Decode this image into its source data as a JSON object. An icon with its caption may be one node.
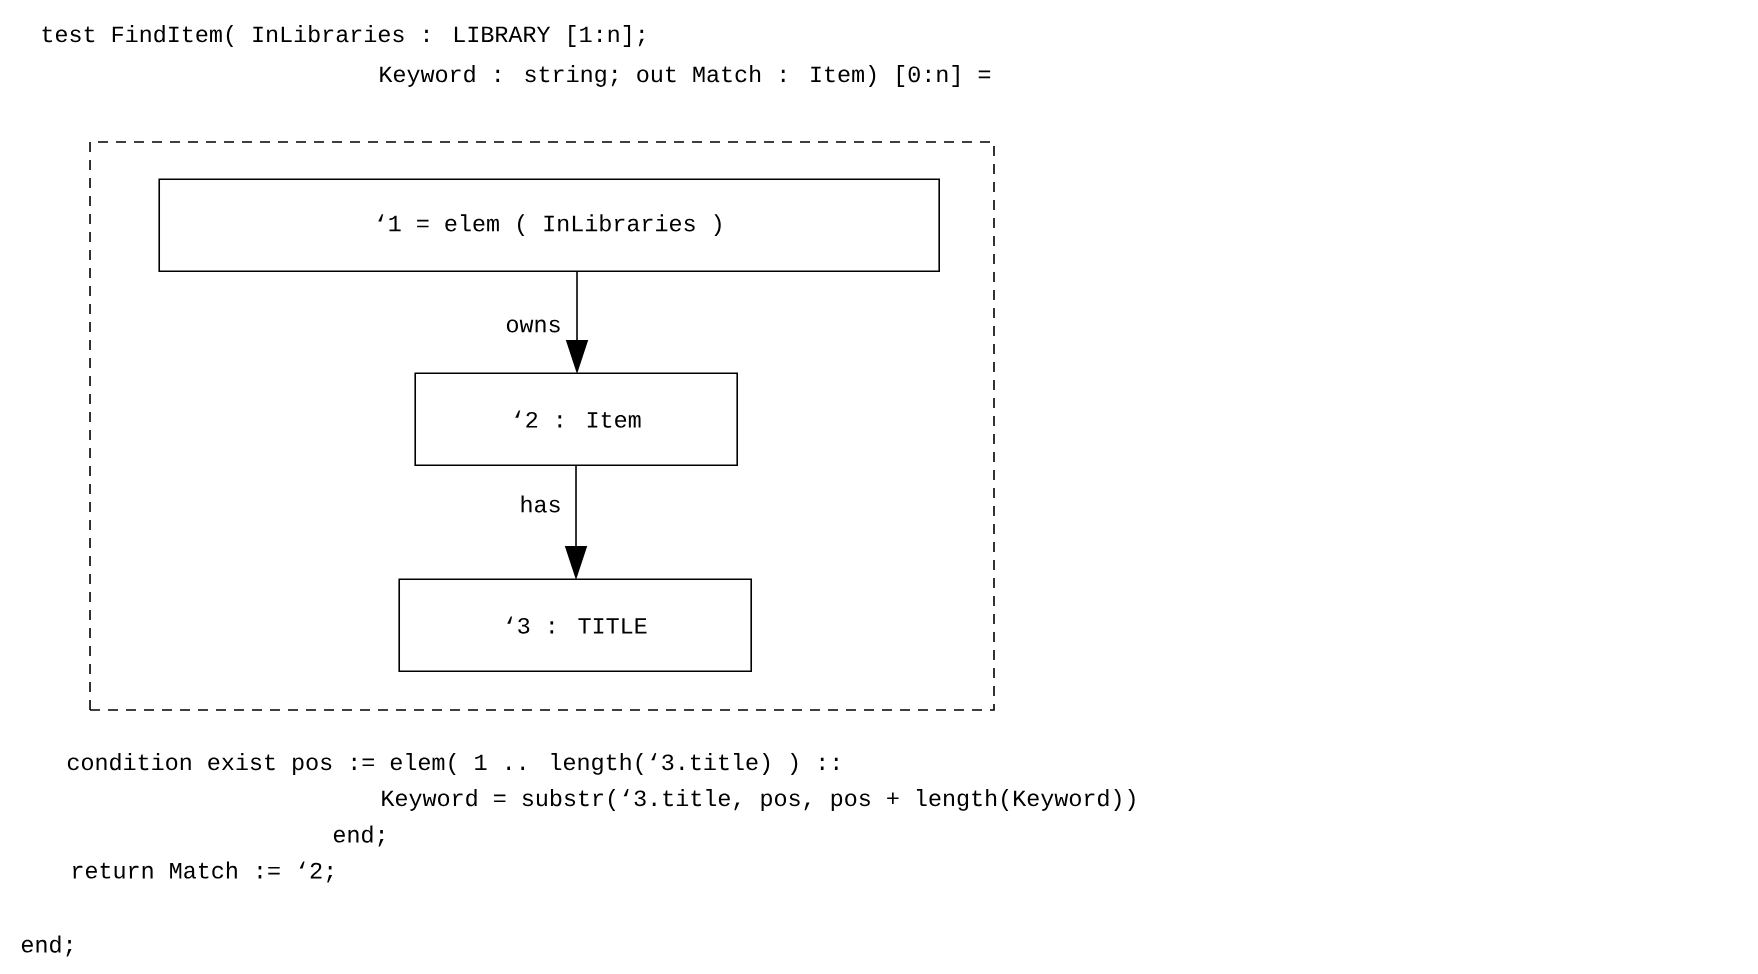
{
  "diagram": {
    "nodes": [
      {
        "text": [],
        "shape": "box"
      },
      {
        "text": [
          "‘1 = elem ( InLibraries )"
        ],
        "in": 0
      },
      {
        "text": [
          "‘2 : Item"
        ],
        "in": 0
      },
      {
        "text": [
          "‘3 : TITLE"
        ],
        "in": 0
      }
    ],
    "edges": [
      {
        "from": 1,
        "to": 2,
        "arrow": "to",
        "label": "owns"
      },
      {
        "from": 2,
        "to": 3,
        "arrow": "to",
        "label": "has"
      }
    ],
    "labels": [
      "test FindItem( InLibraries : LIBRARY [1:n];",
      "Keyword : string; out Match : Item) [0:n] =",
      "condition exist pos := elem( 1 .. length(‘3.title) ) ::",
      "Keyword = substr(‘3.title, pos, pos + length(Keyword))",
      "end;",
      "return Match := ‘2;",
      "end;"
    ]
  }
}
